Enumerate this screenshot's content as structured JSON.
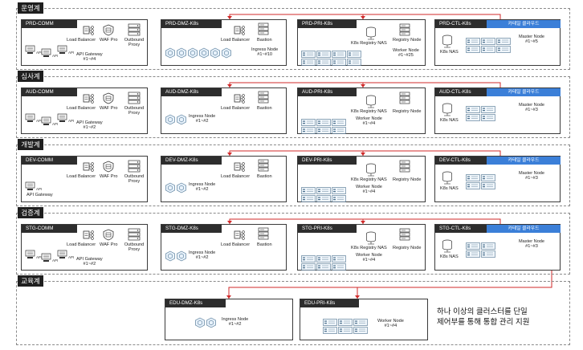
{
  "colors": {
    "connector": "#d02a2a",
    "cloud_header": "#3b7fd8",
    "env_tag": "#1f1f1f"
  },
  "note": [
    "하나 이상의 클러스터를 단일",
    "제어부를 통해 통합 관리 지원"
  ],
  "envs": [
    {
      "tag": "운영계",
      "comm": {
        "title": "PRD-COMM",
        "lb": "Load Balancer",
        "waf": "WAF Pro",
        "proxy": "Outbound Proxy",
        "apigw": "API Gateway #1~#4"
      },
      "dmz": {
        "title": "PRD-DMZ-K8s",
        "lb": "Load Balancer",
        "bastion": "Bastion",
        "ingress": "Ingress Node #1~#10"
      },
      "pri": {
        "title": "PRD-PRI-K8s",
        "nas": "K8s Registry NAS",
        "registry": "Registry Node",
        "worker": "Worker Node #1~#25"
      },
      "ctl": {
        "title": "PRD-CTL-K8s",
        "cloud": "카테일 클라우드",
        "nas": "K8s NAS",
        "master": "Master Node #1~#5"
      }
    },
    {
      "tag": "심사계",
      "comm": {
        "title": "AUD-COMM",
        "lb": "Load Balancer",
        "waf": "WAF Pro",
        "proxy": "Outbound Proxy",
        "apigw": "API Gateway #1~#2"
      },
      "dmz": {
        "title": "AUD-DMZ-K8s",
        "lb": "Load Balancer",
        "bastion": "Bastion",
        "ingress": "Ingress Node #1~#2"
      },
      "pri": {
        "title": "AUD-PRI-K8s",
        "nas": "K8s Registry NAS",
        "registry": "Registry Node",
        "worker": "Worker Node #1~#4"
      },
      "ctl": {
        "title": "AUD-CTL-K8s",
        "cloud": "카테일 클라우드",
        "nas": "K8s NAS",
        "master": "Master Node #1~#3"
      }
    },
    {
      "tag": "개발계",
      "comm": {
        "title": "DEV-COMM",
        "lb": "Load Balancer",
        "waf": "WAF Pro",
        "proxy": "Outbound Proxy",
        "apigw": "API Gateway"
      },
      "dmz": {
        "title": "DEV-DMZ-K8s",
        "lb": "Load Balancer",
        "bastion": "Bastion",
        "ingress": "Ingress Node #1~#2"
      },
      "pri": {
        "title": "DEV-PRI-K8s",
        "nas": "K8s Registry NAS",
        "registry": "Registry Node",
        "worker": "Worker Node #1~#4"
      },
      "ctl": {
        "title": "DEV-CTL-K8s",
        "cloud": "카테일 클라우드",
        "nas": "K8s NAS",
        "master": "Master Node #1~#3"
      }
    },
    {
      "tag": "검증계",
      "comm": {
        "title": "STG-COMM",
        "lb": "Load Balancer",
        "waf": "WAF Pro",
        "proxy": "Outbound Proxy",
        "apigw": "API Gateway #1~#2"
      },
      "dmz": {
        "title": "STG-DMZ-K8s",
        "lb": "Load Balancer",
        "bastion": "Bastion",
        "ingress": "Ingress Node #1~#2"
      },
      "pri": {
        "title": "STG-PRI-K8s",
        "nas": "K8s Registry NAS",
        "registry": "Registry Node",
        "worker": "Worker Node #1~#4"
      },
      "ctl": {
        "title": "STG-CTL-K8s",
        "cloud": "카테일 클라우드",
        "nas": "K8s NAS",
        "master": "Master Node #1~#3"
      }
    }
  ],
  "edu": {
    "tag": "교육계",
    "dmz": {
      "title": "EDU-DMZ-K8s",
      "ingress": "Ingress Node #1~#2"
    },
    "pri": {
      "title": "EDU-PRI-K8s",
      "worker": "Worker Node #1~#4"
    }
  }
}
